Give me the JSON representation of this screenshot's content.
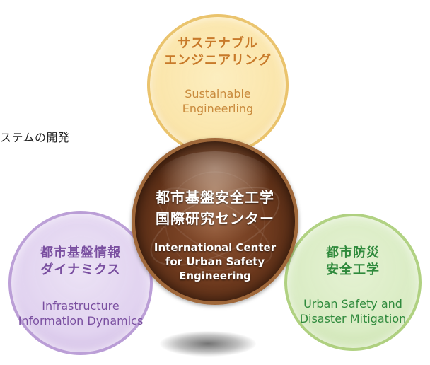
{
  "side_text": "ステムの開発",
  "colors": {
    "sustainable": "#c87a2a",
    "infrastructure": "#7a4fa0",
    "urban_safety": "#2f8a3c",
    "center_bg": "#6e3a1e",
    "center_text": "#ffffff"
  },
  "circles": {
    "top": {
      "jp": [
        "サステナブル",
        "エンジニアリング"
      ],
      "en": [
        "Sustainable",
        "Engineerling"
      ]
    },
    "left": {
      "jp": [
        "都市基盤情報",
        "ダイナミクス"
      ],
      "en": [
        "Infrastructure",
        "Information Dynamics"
      ]
    },
    "right": {
      "jp": [
        "都市防災",
        "安全工学"
      ],
      "en": [
        "Urban Safety and",
        "Disaster Mitigation"
      ]
    },
    "center": {
      "jp": [
        "都市基盤安全工学",
        "国際研究センター"
      ],
      "en": [
        "International Center",
        "for Urban Safety",
        "Engineering"
      ]
    }
  }
}
